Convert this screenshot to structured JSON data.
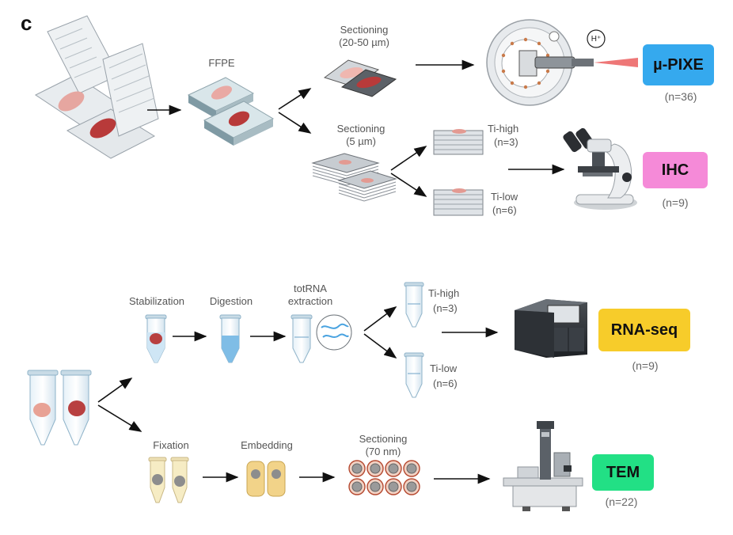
{
  "panel_letter": "c",
  "colors": {
    "pixe": "#35a9ee",
    "ihc": "#f58ad8",
    "rnaseq": "#f7cc2a",
    "tem": "#22e085",
    "tissue": "#c04a4a",
    "arrow": "#111111"
  },
  "icons": [
    "tissue-cassette-icon",
    "ffpe-block-icon",
    "glass-slide-icon",
    "slide-stack-icon",
    "pixe-chamber-icon",
    "microscope-icon",
    "microtube-icon",
    "rna-strand-icon",
    "sequencer-icon",
    "resin-block-icon",
    "grid-icon",
    "electron-microscope-icon"
  ],
  "top": {
    "ffpe_label": "FFPE",
    "sectioning_thick_label": "Sectioning",
    "sectioning_thick_size": "(20-50 µm)",
    "sectioning_thin_label": "Sectioning",
    "sectioning_thin_size": "(5 µm)",
    "ti_high_label": "Ti-high",
    "ti_high_n": "(n=3)",
    "ti_low_label": "Ti-low",
    "ti_low_n": "(n=6)",
    "pixe_badge": "µ-PIXE",
    "pixe_n": "(n=36)",
    "ihc_badge": "IHC",
    "ihc_n": "(n=9)",
    "ion_label": "H⁺"
  },
  "bottom": {
    "stabilization_label": "Stabilization",
    "digestion_label": "Digestion",
    "totrna_label_1": "totRNA",
    "totrna_label_2": "extraction",
    "ti_high_label": "Ti-high",
    "ti_high_n": "(n=3)",
    "ti_low_label": "Ti-low",
    "ti_low_n": "(n=6)",
    "rnaseq_badge": "RNA-seq",
    "rnaseq_n": "(n=9)",
    "fixation_label": "Fixation",
    "embedding_label": "Embedding",
    "sectioning_label": "Sectioning",
    "sectioning_size": "(70 nm)",
    "tem_badge": "TEM",
    "tem_n": "(n=22)"
  }
}
